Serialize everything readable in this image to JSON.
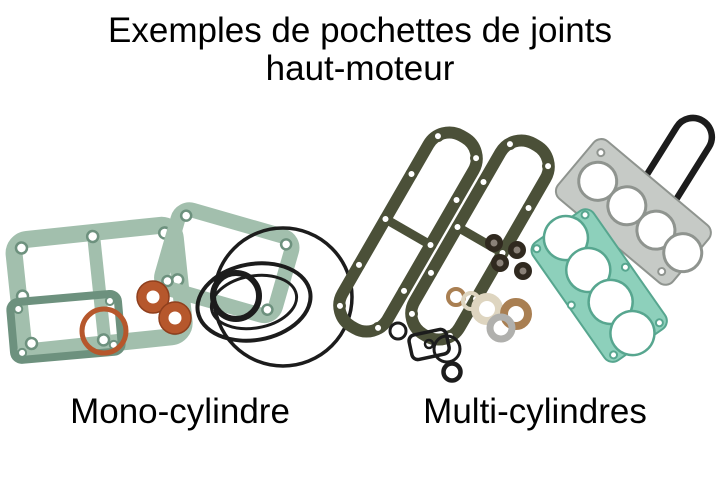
{
  "title": {
    "line1": "Exemples de pochettes de joints",
    "line2": "haut-moteur"
  },
  "captions": {
    "mono": "Mono-cylindre",
    "multi": "Multi-cylindres"
  },
  "figure": {
    "alt": "Pochettes de joints haut-moteur"
  },
  "colors": {
    "bg": "#ffffff",
    "ink": "#000000",
    "gasket-green": "#a2bfad",
    "gasket-green-dark": "#6d917e",
    "gasket-teal": "#8dd0bb",
    "gasket-teal-dark": "#57a68f",
    "gasket-olive": "#4b5038",
    "gasket-orange": "#b6572c",
    "ring-black": "#1c1c1c",
    "gasket-gray": "#c6cac6",
    "gasket-gray-dark": "#8f948f",
    "seal-dark": "#30291f",
    "washer-copper": "#a97f52",
    "washer-cream": "#ded5c0",
    "washer-gray": "#b0b0ad"
  }
}
